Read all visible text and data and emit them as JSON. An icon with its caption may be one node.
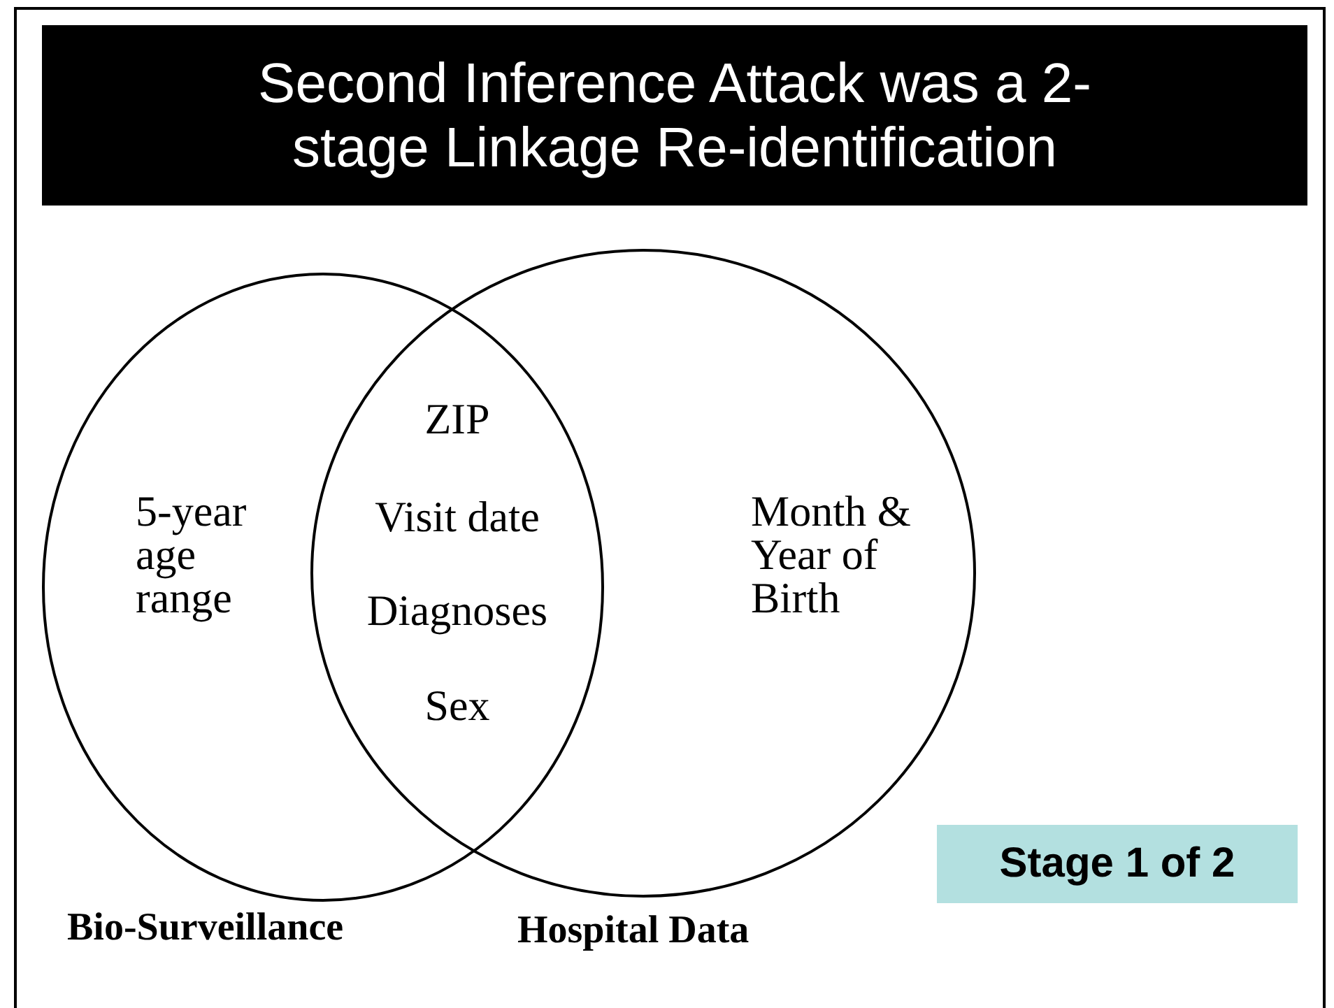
{
  "diagram": {
    "title": "Second Inference Attack was a 2-stage Linkage Re-identification",
    "nodes": [
      {
        "text": [
          "5-year age range"
        ],
        "beside": [
          "Bio-Surveillance"
        ]
      },
      {
        "text": [
          "Month & Year of Birth"
        ],
        "beside": [
          "Hospital Data"
        ]
      },
      {
        "text": [
          "Stage 1 of 2"
        ]
      }
    ],
    "labels": [
      "ZIP",
      "Visit date",
      "Diagnoses",
      "Sex"
    ]
  }
}
